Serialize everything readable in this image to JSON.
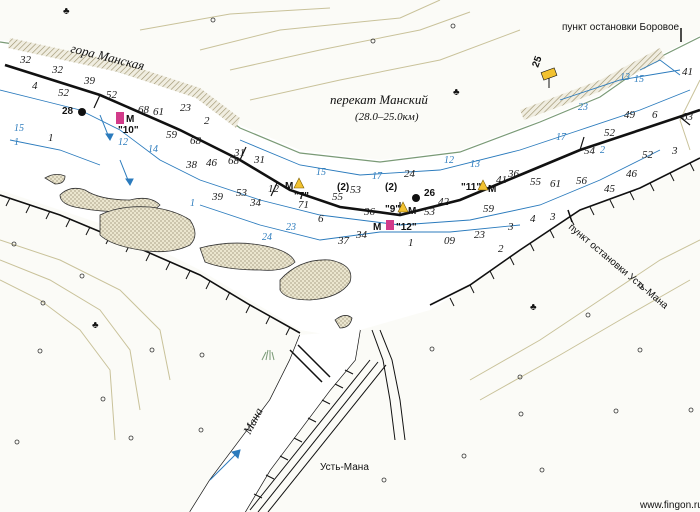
{
  "map": {
    "colors": {
      "water": "#ffffff",
      "land": "#fbfbf7",
      "riverbank": "#7a9a76",
      "isobath": "#2b7bbd",
      "fairway": "#111111",
      "shoal": "#e6e2cc",
      "buoy_yellow": "#f2c230",
      "buoy_pink": "#d23b8a"
    },
    "labels": {
      "mountain": "гора Манская",
      "rift_name": "перекат Манский",
      "rift_range": "(28.0–25.0км)",
      "stop_borovoe": "пункт остановки Боровое",
      "stop_ust_mana": "пункт остановки Усть-Мана",
      "river_mana": "Мана",
      "town": "Усть-Мана",
      "watermark": "www.fingon.ru"
    },
    "buoys": {
      "b7": "\"7\"",
      "b2": "(2)",
      "b2b": "(2)",
      "b9": "\"9\"",
      "b11": "\"11\"",
      "b10": "\"10\"",
      "b12": "\"12\"",
      "m": "М",
      "km26": "26",
      "km28": "28",
      "km25": "25"
    },
    "depths": {
      "d1": "32",
      "d2": "32",
      "d3": "39",
      "d4": "4",
      "d5": "52",
      "d6": "52",
      "d7": "68",
      "d8": "61",
      "d9": "23",
      "d10": "2",
      "d11": "59",
      "d12": "68",
      "d13": "46",
      "d14": "68",
      "d15": "38",
      "d16": "31",
      "d17": "31",
      "d18": "12",
      "d19": "71",
      "d20": "6",
      "d21": "39",
      "d22": "53",
      "d23": "34",
      "d24": "55",
      "d25": "53",
      "d26": "36",
      "d27": "53",
      "d28": "42",
      "d29": "24",
      "d30": "59",
      "d31": "36",
      "d32": "55",
      "d33": "61",
      "d34": "56",
      "d35": "3",
      "d36": "4",
      "d37": "3",
      "d38": "09",
      "d39": "23",
      "d40": "2",
      "d41": "37",
      "d42": "34",
      "d43": "1",
      "d44": "41",
      "d45": "54",
      "d46": "52",
      "d47": "49",
      "d48": "6",
      "d49": "63",
      "d50": "52",
      "d51": "46",
      "d52": "45",
      "d53": "3",
      "d54": "41",
      "d55": "1",
      "d56": "15",
      "d57": "1",
      "d58": "12",
      "d59": "14",
      "d60": "1",
      "d61": "24",
      "d62": "23",
      "d63": "15",
      "d64": "23",
      "d65": "13",
      "d66": "17",
      "d67": "12",
      "d68": "13",
      "d69": "17",
      "d70": "15",
      "d71": "2"
    }
  }
}
